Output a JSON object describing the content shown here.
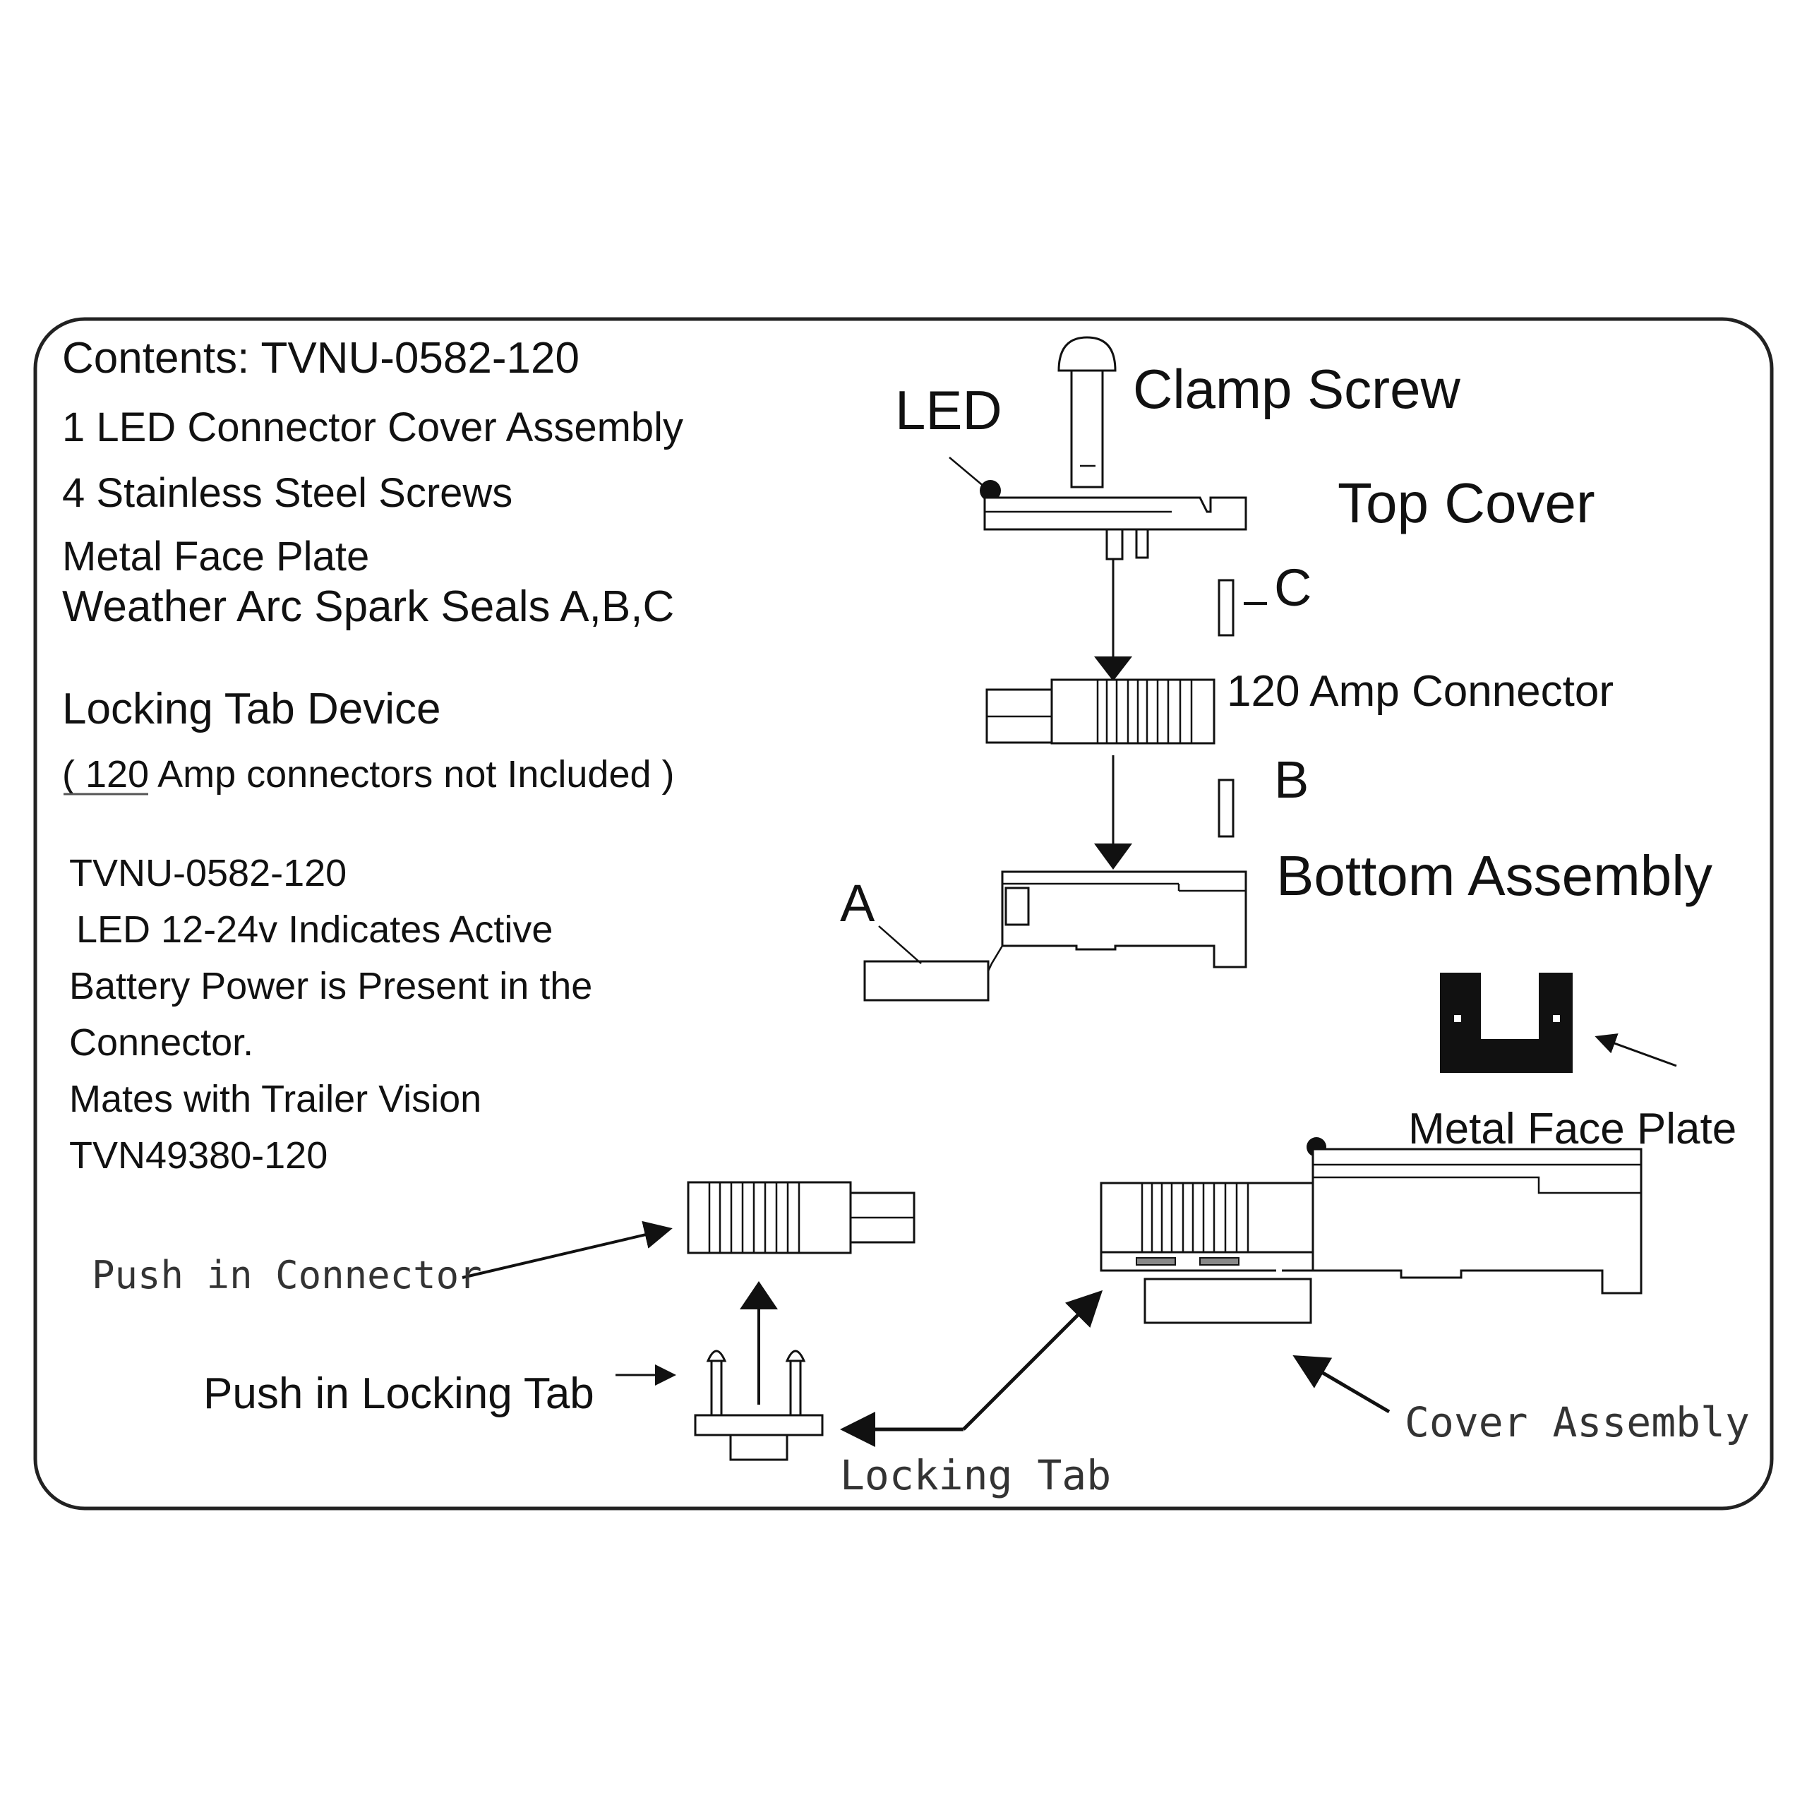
{
  "contents": {
    "title": "Contents: TVNU-0582-120",
    "line1": "1 LED Connector Cover Assembly",
    "line2": "4 Stainless Steel Screws",
    "line3": "Metal Face Plate",
    "line4": "Weather Arc Spark Seals A,B,C",
    "locking_tab": "Locking Tab Device",
    "not_included": "( 120 Amp connectors not Included )"
  },
  "description": {
    "line1": "TVNU-0582-120",
    "line2": "LED 12-24v Indicates Active",
    "line3": "Battery Power is Present in the",
    "line4": "Connector.",
    "line5": "Mates with Trailer Vision",
    "line6": "TVN49380-120"
  },
  "labels": {
    "led": "LED",
    "clamp_screw": "Clamp Screw",
    "top_cover": "Top Cover",
    "seal_c": "C",
    "amp_connector": "120 Amp Connector",
    "seal_b": "B",
    "bottom_assembly": "Bottom Assembly",
    "seal_a": "A",
    "metal_face_plate": "Metal Face Plate",
    "push_in_connector": "Push in Connector",
    "push_in_locking_tab": "Push in Locking Tab",
    "locking_tab": "Locking Tab",
    "cover_assembly": "Cover Assembly"
  }
}
